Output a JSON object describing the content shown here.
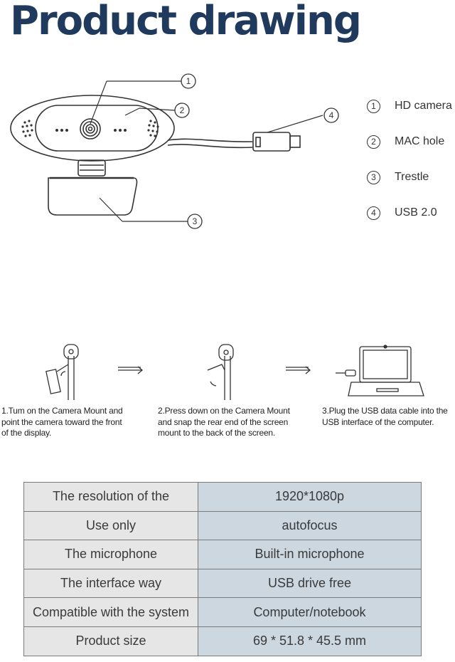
{
  "page": {
    "title": "Product drawing"
  },
  "legend": {
    "items": [
      {
        "num": "1",
        "label": "HD camera"
      },
      {
        "num": "2",
        "label": "MAC hole"
      },
      {
        "num": "3",
        "label": "Trestle"
      },
      {
        "num": "4",
        "label": "USB 2.0"
      }
    ]
  },
  "callouts": [
    "1",
    "2",
    "3",
    "4"
  ],
  "steps": [
    {
      "text": "1.Tum on the Camera Mount and\npoint the camera toward the front\nof the display."
    },
    {
      "text": "2.Press down on the Camera Mount\nand snap the rear end of the screen\nmount to the back of the screen."
    },
    {
      "text": "3.Plug the USB data cable into the\nUSB interface of the computer."
    }
  ],
  "specs": {
    "rows": [
      {
        "key": "The resolution of the",
        "value": "1920*1080p"
      },
      {
        "key": "Use only",
        "value": "autofocus"
      },
      {
        "key": "The microphone",
        "value": "Built-in microphone"
      },
      {
        "key": "The interface way",
        "value": "USB drive free"
      },
      {
        "key": "Compatible with the system",
        "value": "Computer/notebook"
      },
      {
        "key": "Product size",
        "value": "69 * 51.8 * 45.5 mm"
      }
    ]
  },
  "colors": {
    "title": "#1f3a5c",
    "key_cell": "#e6e6e6",
    "value_cell": "#cdd7df"
  }
}
